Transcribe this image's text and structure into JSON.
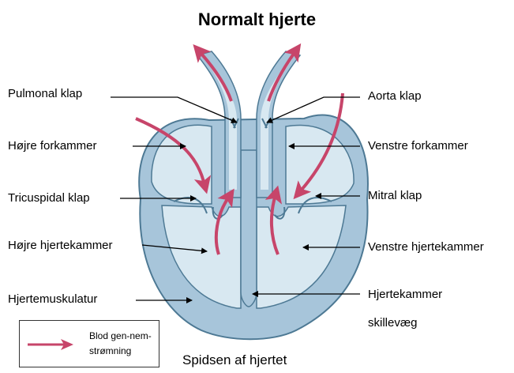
{
  "title": "Normalt hjerte",
  "labels": {
    "pulmonal_klap": "Pulmonal klap",
    "hojre_forkammer": "Højre forkammer",
    "tricuspidal_klap": "Tricuspidal klap",
    "hojre_hjertekammer": "Højre hjertekammer",
    "hjertemuskulatur": "Hjertemuskulatur",
    "aorta_klap": "Aorta klap",
    "venstre_forkammer": "Venstre forkammer",
    "mitral_klap": "Mitral klap",
    "venstre_hjertekammer": "Venstre hjertekammer",
    "hjertekammer_skillevaeg_line1": "Hjertekammer",
    "hjertekammer_skillevaeg_line2": "skillevæg",
    "spidsen": "Spidsen af hjertet"
  },
  "legend": {
    "text": "Blod gen-nem-strømning",
    "arrow_color": "#c7456a"
  },
  "colors": {
    "heart_outer": "#a7c5da",
    "heart_inner": "#d8e8f1",
    "heart_stroke": "#4d7994",
    "blood_arrow": "#c7456a"
  }
}
